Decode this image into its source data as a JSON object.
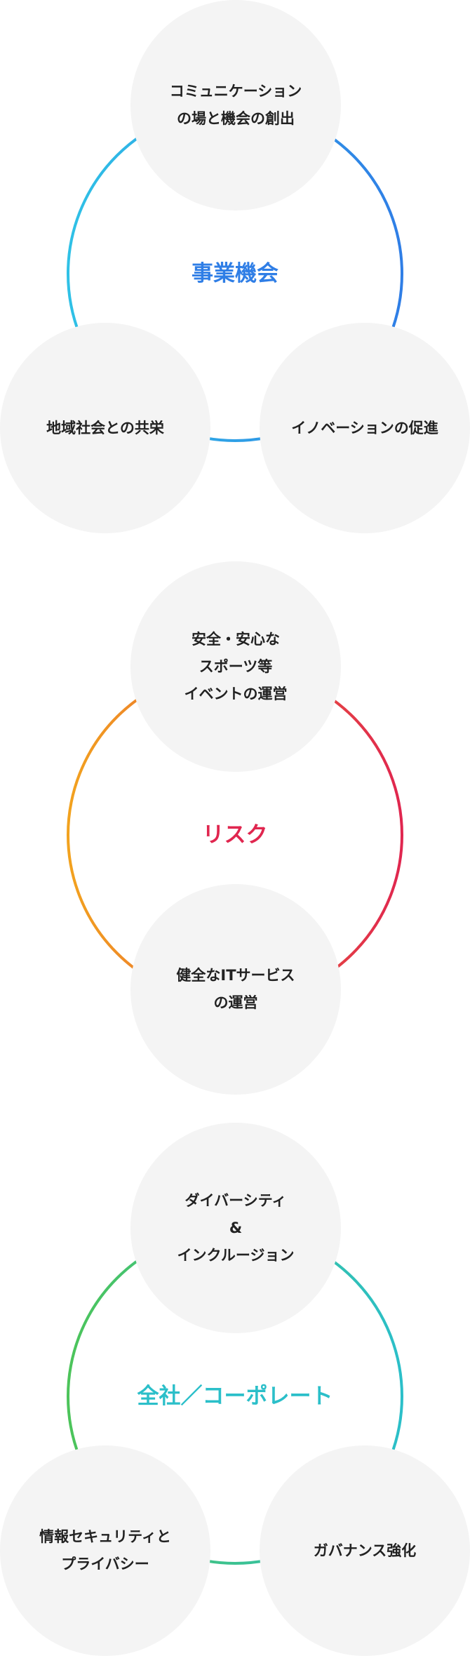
{
  "diagrams": [
    {
      "title": "事業機会",
      "colors": [
        "#2fc1e6",
        "#2f7ee6"
      ],
      "nodes": [
        {
          "label": "コミュニケーション\nの場と機会の創出"
        },
        {
          "label": "地域社会との共栄"
        },
        {
          "label": "イノベーションの促進"
        }
      ]
    },
    {
      "title": "リスク",
      "colors": [
        "#f2a21e",
        "#e0264f"
      ],
      "nodes": [
        {
          "label": "安全・安心な\nスポーツ等\nイベントの運営"
        },
        {
          "label": "健全なITサービス\nの運営"
        }
      ]
    },
    {
      "title": "全社／コーポレート",
      "colors": [
        "#4cc45a",
        "#2bbfc9"
      ],
      "nodes": [
        {
          "label": "ダイバーシティ\n&\nインクルージョン"
        },
        {
          "label": "情報セキュリティと\nプライバシー"
        },
        {
          "label": "ガバナンス強化"
        }
      ]
    }
  ]
}
